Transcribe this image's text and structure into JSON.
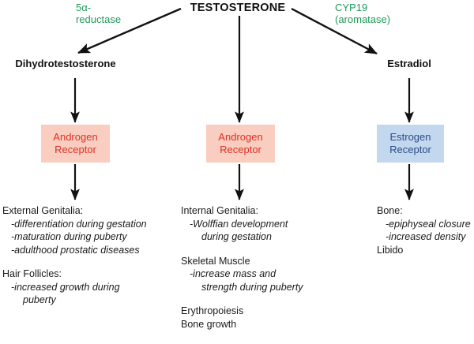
{
  "diagram": {
    "source": {
      "label": "TESTOSTERONE"
    },
    "enzymes": [
      {
        "name": "five-alpha-reductase",
        "line1": "5α-",
        "line2": "reductase",
        "color": "#1f9a5a"
      },
      {
        "name": "cyp19-aromatase",
        "line1": "CYP19",
        "line2": "(aromatase)",
        "color": "#1f9a5a"
      }
    ],
    "metabolites": [
      {
        "name": "dihydrotestosterone",
        "label": "Dihydrotestosterone"
      },
      {
        "name": "testosterone-direct",
        "label": ""
      },
      {
        "name": "estradiol",
        "label": "Estradiol"
      }
    ],
    "receptors": [
      {
        "name": "androgen-receptor-left",
        "line1": "Androgen",
        "line2": "Receptor",
        "fill": "#f9cdbf",
        "text": "#e03127"
      },
      {
        "name": "androgen-receptor-middle",
        "line1": "Androgen",
        "line2": "Receptor",
        "fill": "#f9cdbf",
        "text": "#e03127"
      },
      {
        "name": "estrogen-receptor-right",
        "line1": "Estrogen",
        "line2": "Receptor",
        "fill": "#c3d7ef",
        "text": "#2a4c86"
      }
    ],
    "effects": {
      "left": {
        "g1_header": "External Genitalia:",
        "g1_item1": "-differentiation during gestation",
        "g1_item2": "-maturation during puberty",
        "g1_item3": "-adulthood prostatic diseases",
        "g2_header": "Hair Follicles:",
        "g2_item1": "-increased growth during",
        "g2_item2": "puberty"
      },
      "middle": {
        "g1_header": "Internal Genitalia:",
        "g1_item1": "-Wolffian development",
        "g1_item2": "during gestation",
        "g2_header": "Skeletal Muscle",
        "g2_item1": "-increase mass and",
        "g2_item2": "strength during puberty",
        "g3_item1": "Erythropoiesis",
        "g3_item2": "Bone growth"
      },
      "right": {
        "g1_header": "Bone:",
        "g1_item1": "-epiphyseal closure",
        "g1_item2": "-increased density",
        "g2_header": "Libido"
      }
    }
  }
}
